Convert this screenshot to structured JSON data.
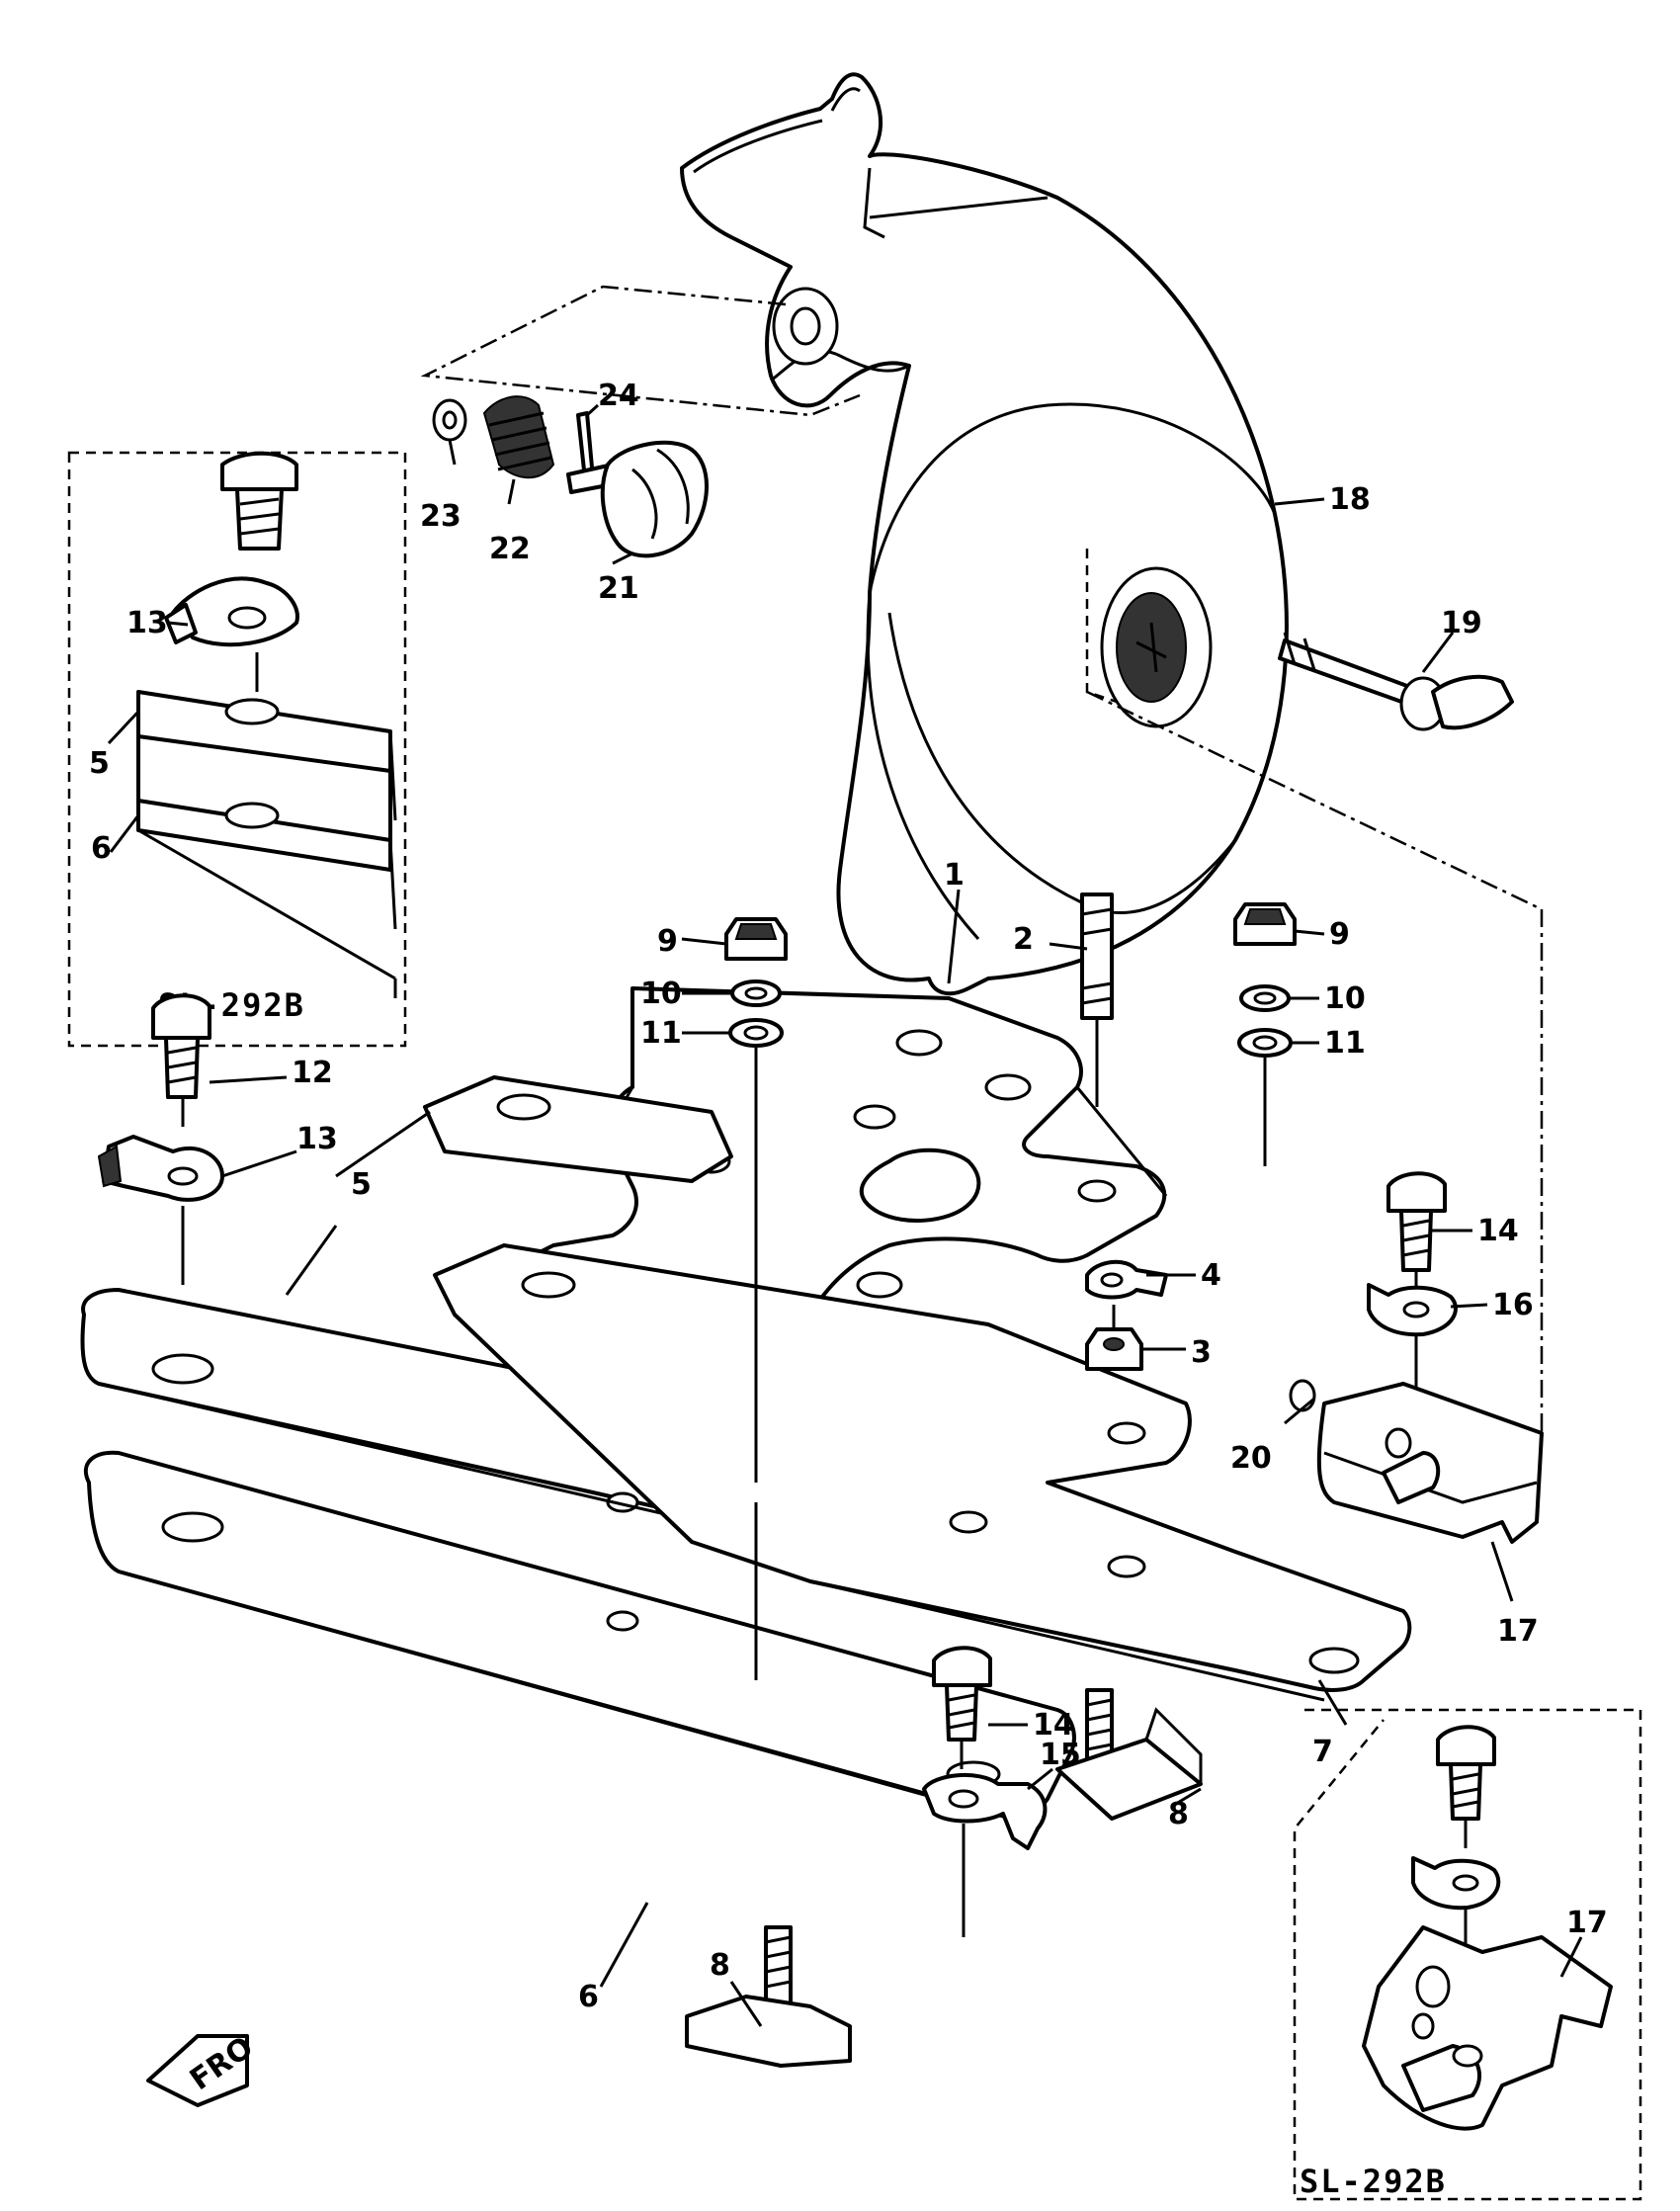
{
  "callouts": {
    "c1": "1",
    "c2": "2",
    "c3": "3",
    "c4": "4",
    "c5a": "5",
    "c5b": "5",
    "c6a": "6",
    "c6b": "6",
    "c7": "7",
    "c8a": "8",
    "c8b": "8",
    "c9a": "9",
    "c9b": "9",
    "c10a": "10",
    "c10b": "10",
    "c11a": "11",
    "c11b": "11",
    "c12": "12",
    "c13a": "13",
    "c13b": "13",
    "c14a": "14",
    "c14b": "14",
    "c15": "15",
    "c16": "16",
    "c17a": "17",
    "c17b": "17",
    "c18": "18",
    "c19": "19",
    "c20": "20",
    "c21": "21",
    "c22": "22",
    "c23": "23",
    "c24": "24"
  },
  "insets": {
    "left_model": "SL-292B",
    "right_model": "SL-292B"
  },
  "front_marker": "FRO"
}
